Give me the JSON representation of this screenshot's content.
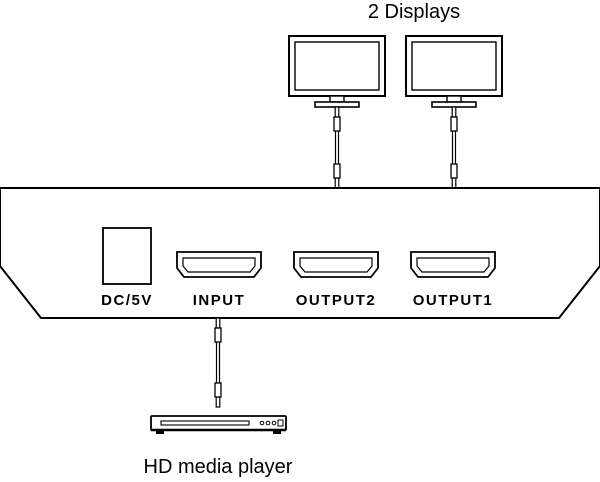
{
  "top_caption": "2 Displays",
  "bottom_caption": "HD media player",
  "ports": {
    "power": "DC/5V",
    "input": "INPUT",
    "output2": "OUTPUT2",
    "output1": "OUTPUT1"
  }
}
